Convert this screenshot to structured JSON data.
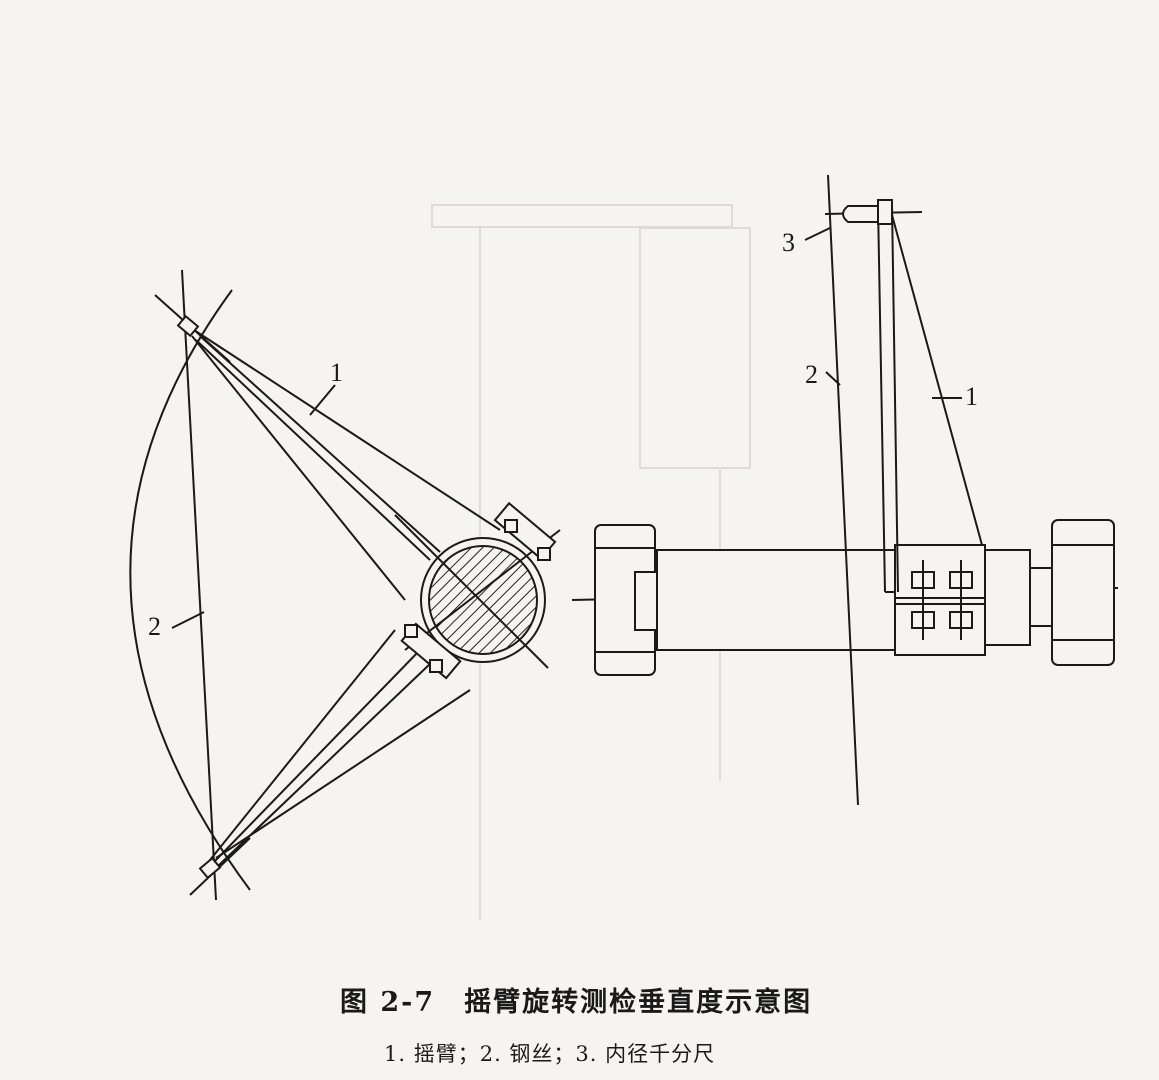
{
  "figure": {
    "title": "图 2-7　摇臂旋转测检垂直度示意图",
    "legend": "1. 摇臂；2. 钢丝；3. 内径千分尺"
  },
  "left_view": {
    "labels": [
      "1",
      "2"
    ]
  },
  "right_view": {
    "labels": [
      "3",
      "2",
      "1"
    ]
  }
}
